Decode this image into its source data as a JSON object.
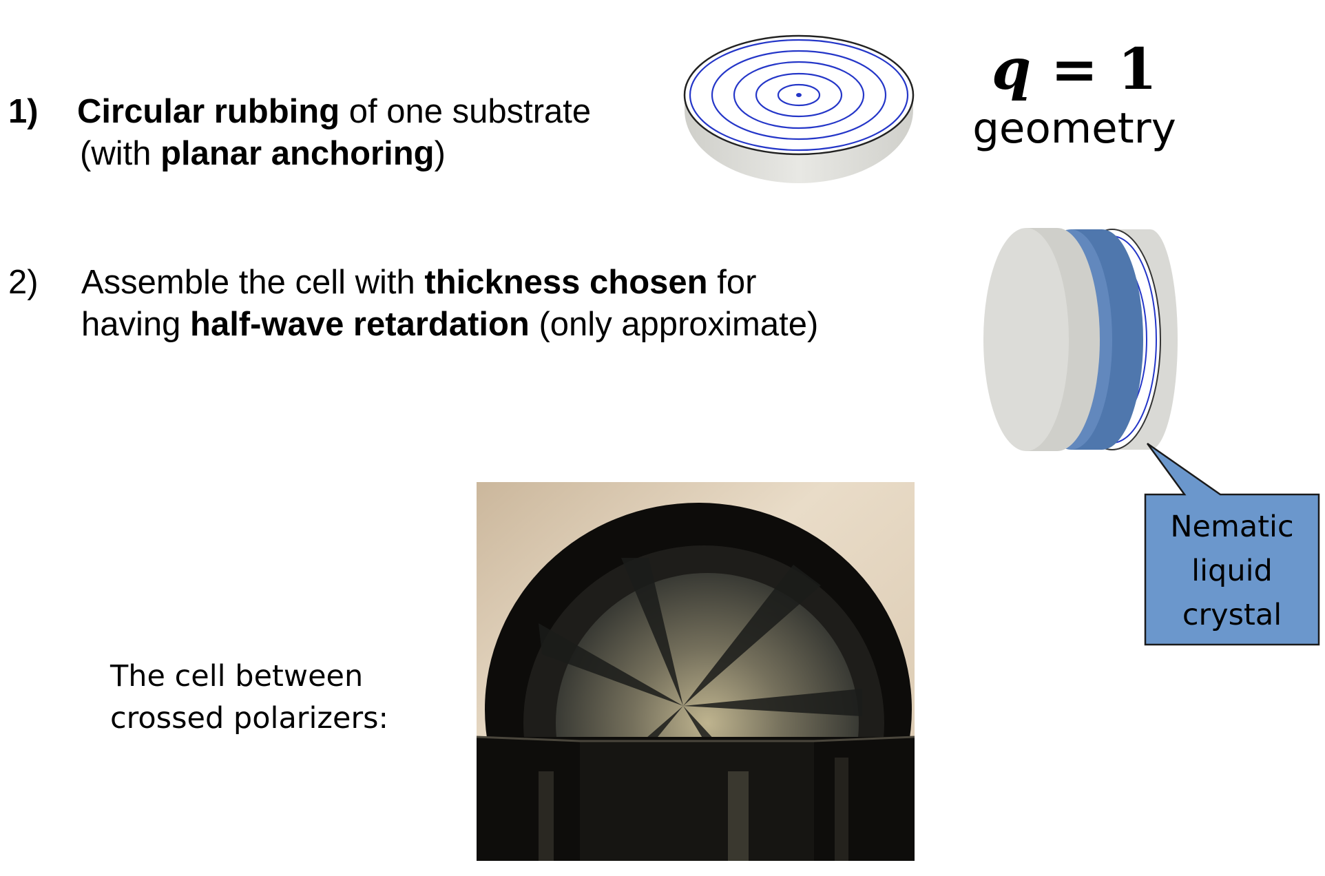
{
  "step1": {
    "number": "1)",
    "line1": {
      "bold1": "Circular rubbing",
      "rest1": " of one substrate"
    },
    "line2": {
      "pre": "(with ",
      "bold": "planar anchoring",
      "post": ")"
    }
  },
  "step2": {
    "number": "2)",
    "line1": {
      "pre": "Assemble the cell with ",
      "bold": "thickness chosen",
      "post": " for"
    },
    "line2": {
      "pre": "having ",
      "bold": "half-wave retardation",
      "post": " (only approximate)"
    }
  },
  "geometry": {
    "q": "q",
    "equals": " = ",
    "value": "1",
    "word": "geometry"
  },
  "callout": {
    "line1": "Nematic",
    "line2": "liquid",
    "line3": "crystal"
  },
  "caption": {
    "line1": "The cell between",
    "line2": "crossed polarizers:"
  },
  "colors": {
    "ring_blue": "#2436c8",
    "lc_layer": "#5b82b8",
    "callout_fill": "#6b97cc",
    "substrate": "#e2e2de"
  }
}
